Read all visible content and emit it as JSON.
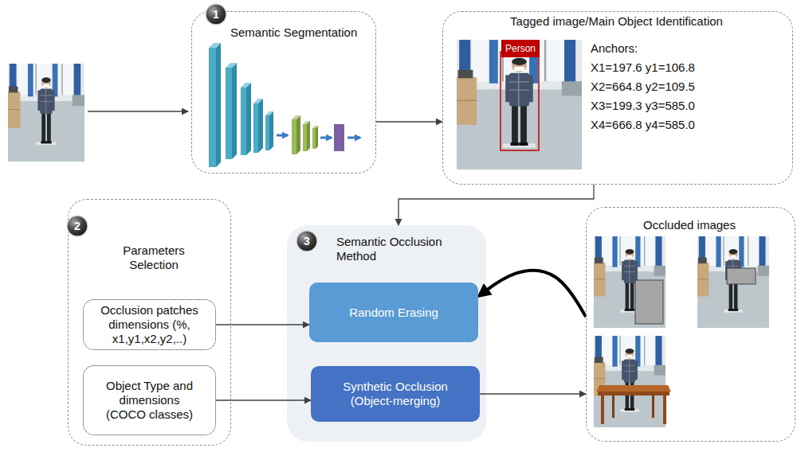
{
  "diagram": {
    "nodes": [
      {
        "text": [
          "Semantic Segmentation"
        ]
      },
      {
        "text": [
          "1"
        ],
        "in": 0
      },
      {
        "text": [
          "Tagged image/Main Object Identification",
          "Anchors:",
          "X1=197.6 y1=106.8",
          "X2=664.8 y2=109.5",
          "X3=199.3 y3=585.0",
          "X4=666.8 y4=585.0"
        ]
      },
      {
        "text": [
          "Person"
        ],
        "in": 2
      },
      {
        "text": [
          "Parameters Selection"
        ]
      },
      {
        "text": [
          "2"
        ],
        "in": 4
      },
      {
        "text": [
          "Occlusion patches dimensions (%, x1,y1,x2,y2,..)"
        ],
        "in": 4
      },
      {
        "text": [
          "Object Type and dimensions (COCO classes)"
        ],
        "in": 4
      },
      {
        "text": [
          "Semantic Occlusion Method"
        ]
      },
      {
        "text": [
          "3"
        ],
        "in": 8
      },
      {
        "text": [
          "Random Erasing"
        ],
        "in": 8
      },
      {
        "text": [
          "Synthetic Occlusion (Object-merging)"
        ],
        "in": 8
      },
      {
        "text": [
          "Occluded images"
        ]
      }
    ],
    "edges": [
      {
        "from": 0,
        "to": 2,
        "arrow": "to"
      },
      {
        "from": 2,
        "to": 8,
        "arrow": "to"
      },
      {
        "from": 6,
        "to": 10,
        "arrow": "to"
      },
      {
        "from": 7,
        "to": 11,
        "arrow": "to"
      },
      {
        "from": 11,
        "to": 12,
        "arrow": "to"
      },
      {
        "from": 12,
        "to": 10,
        "arrow": "to"
      }
    ]
  }
}
